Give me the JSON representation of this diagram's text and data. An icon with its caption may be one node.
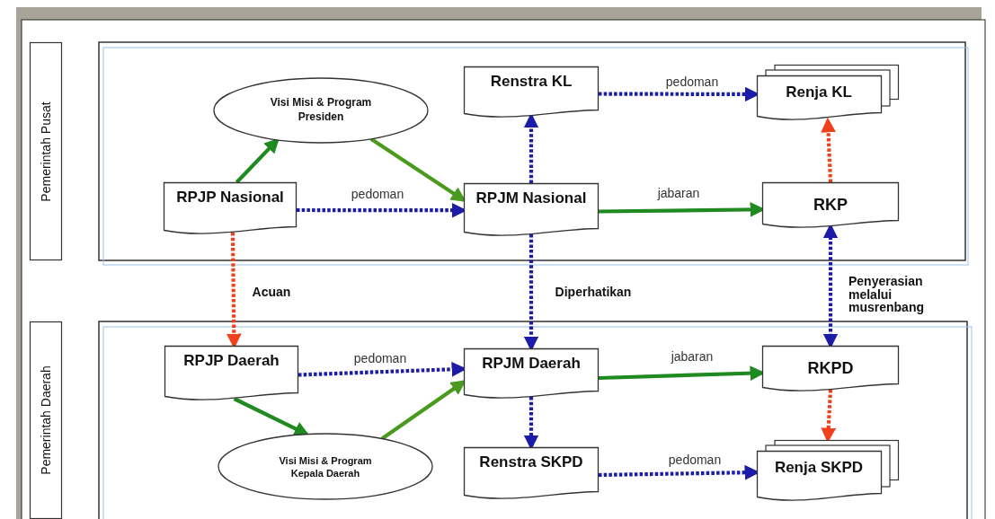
{
  "diagram": {
    "nodes": [
      {
        "text": [
          "Pemerintah Pusat"
        ]
      },
      {
        "text": [
          "Pemerintah Daerah"
        ]
      },
      {
        "text": [
          "Visi Misi & Program Presiden"
        ]
      },
      {
        "text": [
          "Renstra KL"
        ]
      },
      {
        "text": [
          "Renja KL"
        ]
      },
      {
        "text": [
          "RPJP Nasional"
        ]
      },
      {
        "text": [
          "RPJM Nasional"
        ]
      },
      {
        "text": [
          "RKP"
        ]
      },
      {
        "text": [
          "RPJP Daerah"
        ]
      },
      {
        "text": [
          "RPJM Daerah"
        ]
      },
      {
        "text": [
          "RKPD"
        ]
      },
      {
        "text": [
          "Visi Misi & Program Kepala Daerah"
        ]
      },
      {
        "text": [
          "Renstra SKPD"
        ]
      },
      {
        "text": [
          "Renja SKPD"
        ]
      }
    ],
    "edges": [
      {
        "from": 5,
        "to": 2,
        "arrow": "to",
        "color": "#1f8a1f"
      },
      {
        "from": 2,
        "to": 6,
        "arrow": "to",
        "color": "#4a9a1e"
      },
      {
        "from": 5,
        "to": 6,
        "arrow": "to",
        "label": "pedoman",
        "style": "dashed"
      },
      {
        "from": 6,
        "to": 3,
        "arrow": "to",
        "style": "dashed"
      },
      {
        "from": 3,
        "to": 4,
        "arrow": "to",
        "label": "pedoman",
        "style": "dashed"
      },
      {
        "from": 6,
        "to": 7,
        "arrow": "to",
        "label": "jabaran",
        "color": "#1f8a1f"
      },
      {
        "from": 7,
        "to": 4,
        "arrow": "to",
        "style": "dashed",
        "color": "#f0401c"
      },
      {
        "from": 5,
        "to": 8,
        "arrow": "to",
        "label": "Acuan",
        "style": "dashed",
        "color": "#f0401c"
      },
      {
        "from": 6,
        "to": 9,
        "arrow": "to",
        "label": "Diperhatikan",
        "style": "dashed"
      },
      {
        "from": 7,
        "to": 10,
        "arrow": "both",
        "label": "Penyerasian melalui musrenbang",
        "style": "dashed"
      },
      {
        "from": 8,
        "to": 9,
        "arrow": "to",
        "label": "pedoman",
        "style": "dashed"
      },
      {
        "from": 8,
        "to": 11,
        "arrow": "to",
        "color": "#1f8a1f"
      },
      {
        "from": 11,
        "to": 9,
        "arrow": "to",
        "color": "#4a9a1e"
      },
      {
        "from": 9,
        "to": 10,
        "arrow": "to",
        "label": "jabaran",
        "color": "#1f8a1f"
      },
      {
        "from": 9,
        "to": 12,
        "arrow": "to",
        "style": "dashed"
      },
      {
        "from": 12,
        "to": 13,
        "arrow": "to",
        "label": "pedoman",
        "style": "dashed"
      },
      {
        "from": 10,
        "to": 13,
        "arrow": "to",
        "style": "dashed",
        "color": "#f0401c"
      }
    ]
  }
}
